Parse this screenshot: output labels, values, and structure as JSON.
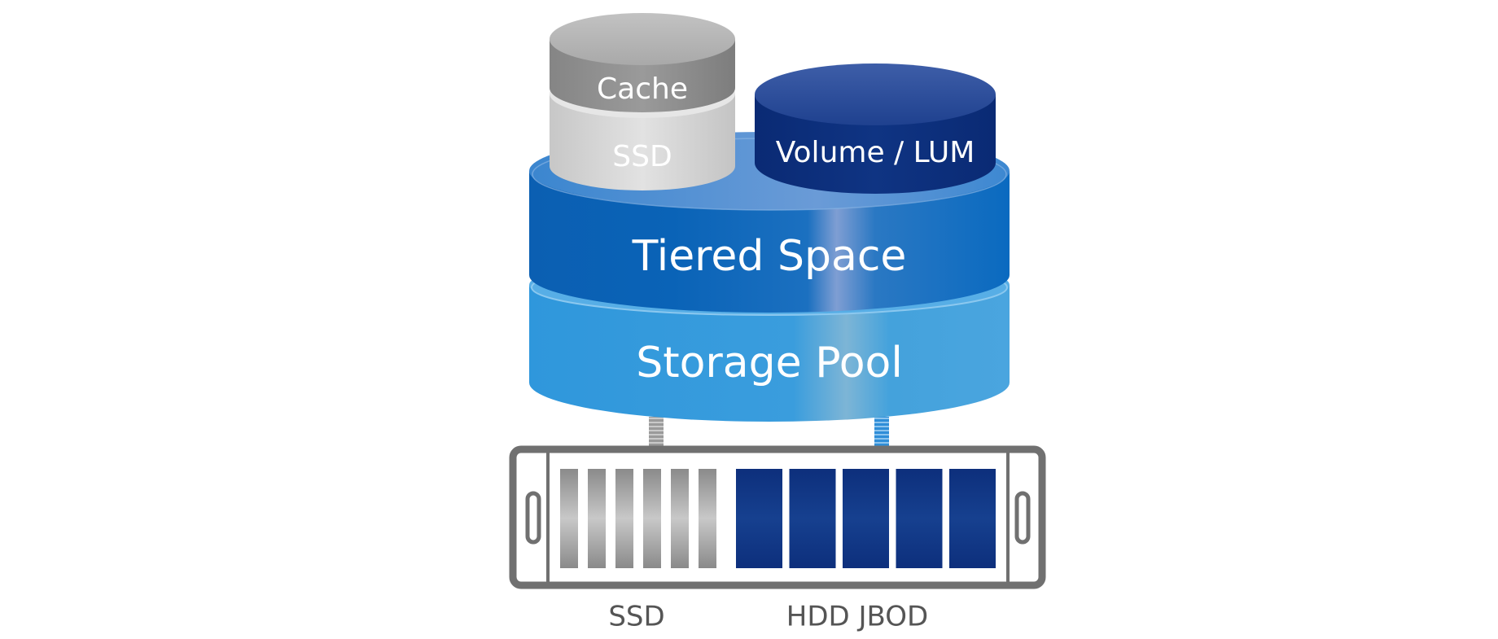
{
  "labels": {
    "cache": "Cache",
    "ssd_stack": "SSD",
    "volume": "Volume / LUM",
    "tiered_space": "Tiered Space",
    "storage_pool": "Storage Pool",
    "ssd_drives": "SSD",
    "hdd_jbod": "HDD JBOD"
  },
  "colors": {
    "tiered_blue": "#0a66b8",
    "pool_blue": "#3a9cdc",
    "volume_navy": "#0d2f7c",
    "hdd_navy": "#0e3280",
    "cache_gray": "#8f8f8f",
    "ssd_gray": "#d3d3d3",
    "enclosure_gray": "#707070"
  },
  "components": {
    "ssd_drive_count": 6,
    "hdd_drive_count": 5
  }
}
